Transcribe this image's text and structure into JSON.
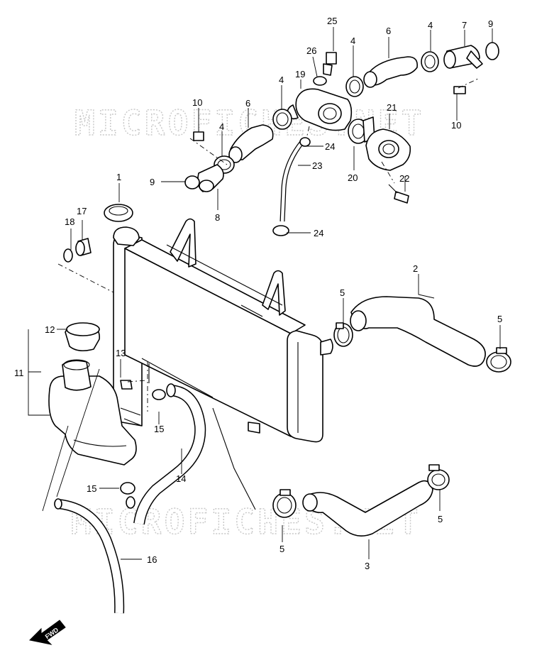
{
  "watermark": {
    "text": "MICROFICHES.NET"
  },
  "direction_badge": {
    "label": "FWD"
  },
  "callouts": {
    "c1": "1",
    "c2": "2",
    "c3": "3",
    "c4a": "4",
    "c4b": "4",
    "c4c": "4",
    "c4d": "4",
    "c5a": "5",
    "c5b": "5",
    "c5c": "5",
    "c5d": "5",
    "c6a": "6",
    "c6b": "6",
    "c7": "7",
    "c8": "8",
    "c9a": "9",
    "c9b": "9",
    "c10a": "10",
    "c10b": "10",
    "c11": "11",
    "c12": "12",
    "c13": "13",
    "c14": "14",
    "c15a": "15",
    "c15b": "15",
    "c16": "16",
    "c17": "17",
    "c18": "18",
    "c19": "19",
    "c20": "20",
    "c21": "21",
    "c22": "22",
    "c23": "23",
    "c24a": "24",
    "c24b": "24",
    "c25": "25",
    "c26": "26"
  }
}
